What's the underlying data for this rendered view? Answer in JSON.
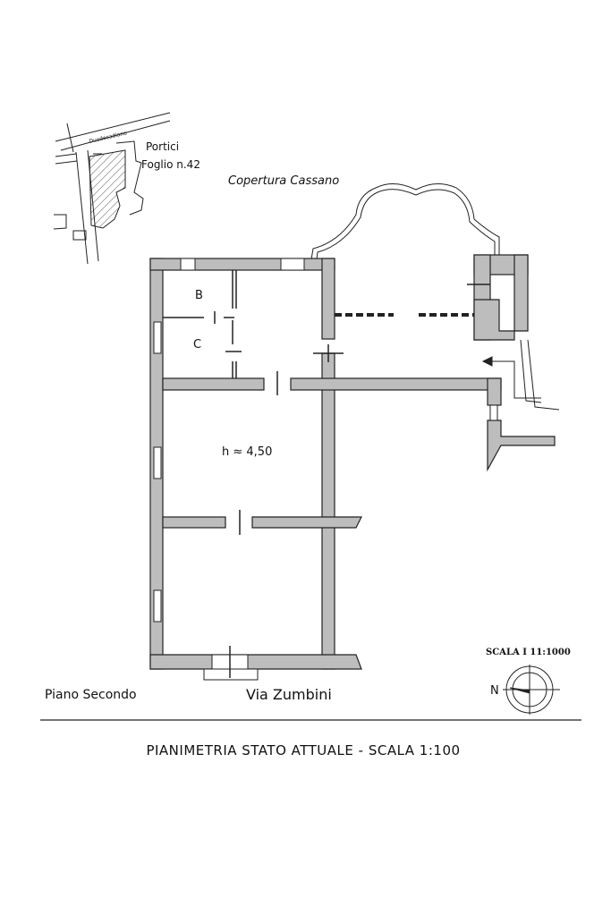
{
  "location_map": {
    "street_label": "Duodecadiano",
    "town": "Portici",
    "sheet": "Foglio n.42"
  },
  "roof_label": "Copertura Cassano",
  "rooms": {
    "b": "B",
    "c": "C",
    "height_note": "h ≈ 4,50"
  },
  "floor_label": "Piano Secondo",
  "street_label": "Via Zumbini",
  "scale_label": "SCALA I 11:1000",
  "north_label": "N",
  "title": "PIANIMETRIA STATO ATTUALE - SCALA 1:100"
}
